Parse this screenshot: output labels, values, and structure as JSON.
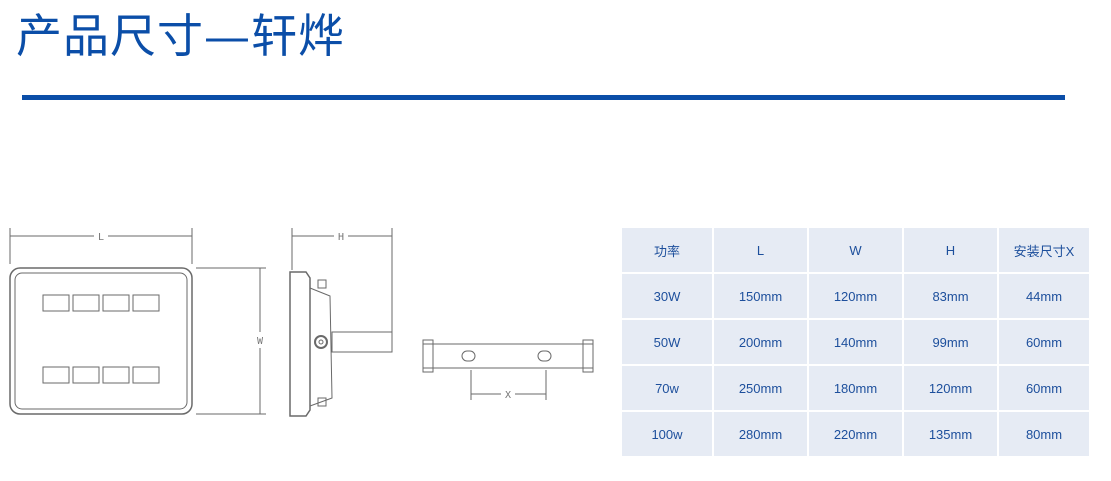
{
  "title": "产品尺寸—轩烨",
  "drawing_labels": {
    "length": "L",
    "width": "W",
    "height": "H",
    "mount": "X"
  },
  "table": {
    "headers": [
      "功率",
      "L",
      "W",
      "H",
      "安装尺寸X"
    ],
    "rows": [
      [
        "30W",
        "150mm",
        "120mm",
        "83mm",
        "44mm"
      ],
      [
        "50W",
        "200mm",
        "140mm",
        "99mm",
        "60mm"
      ],
      [
        "70w",
        "250mm",
        "180mm",
        "120mm",
        "60mm"
      ],
      [
        "100w",
        "280mm",
        "220mm",
        "135mm",
        "80mm"
      ]
    ]
  },
  "colors": {
    "brand": "#0b4ea8",
    "cell_bg": "#e6ebf4",
    "cell_text": "#1d4f9c"
  }
}
